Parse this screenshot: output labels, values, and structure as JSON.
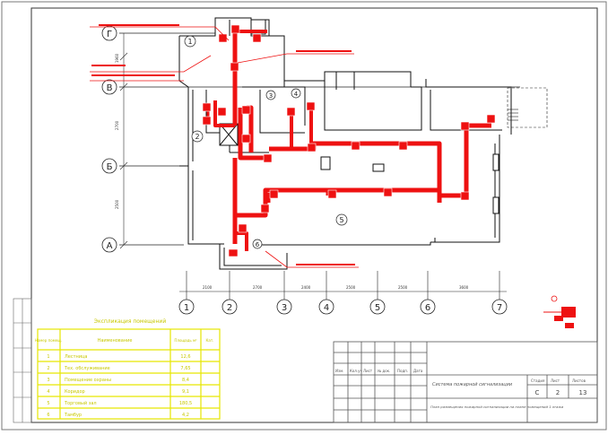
{
  "axes_rows": [
    "Г",
    "В",
    "Б",
    "А"
  ],
  "axes_cols": [
    "1",
    "2",
    "3",
    "4",
    "5",
    "6",
    "7"
  ],
  "room_numbers": [
    "1",
    "2",
    "3",
    "4",
    "5",
    "6"
  ],
  "spec_table": {
    "title": "Экспликация помещений",
    "headers": [
      "Номер помещ.",
      "Наименование",
      "Площадь м²",
      "Кат."
    ],
    "rows": [
      [
        "1",
        "Лестница",
        "12,6",
        ""
      ],
      [
        "2",
        "Тех. обслуживание",
        "7,65",
        ""
      ],
      [
        "3",
        "Помещение охраны",
        "8,4",
        ""
      ],
      [
        "4",
        "Коридор",
        "9,1",
        ""
      ],
      [
        "5",
        "Торговый зал",
        "180,5",
        ""
      ],
      [
        "6",
        "Тамбур",
        "4,2",
        ""
      ]
    ]
  },
  "title_block": {
    "header_cells": [
      "Изм.",
      "Кол.уч",
      "Лист",
      "№ док.",
      "Подп.",
      "Дата"
    ],
    "project_title": "Система пожарной сигнализации",
    "sheet_title": "План размещения пожарной сигнализации на плане помещений 1 этажа",
    "stage_label": "Стадия",
    "sheet_label": "Лист",
    "sheets_label": "Листов",
    "stage": "С",
    "sheet": "2",
    "sheets": "13"
  },
  "colors": {
    "alarm": "#ee1111",
    "walls": "#111111",
    "table_border": "#e6e600",
    "frame": "#555555"
  }
}
